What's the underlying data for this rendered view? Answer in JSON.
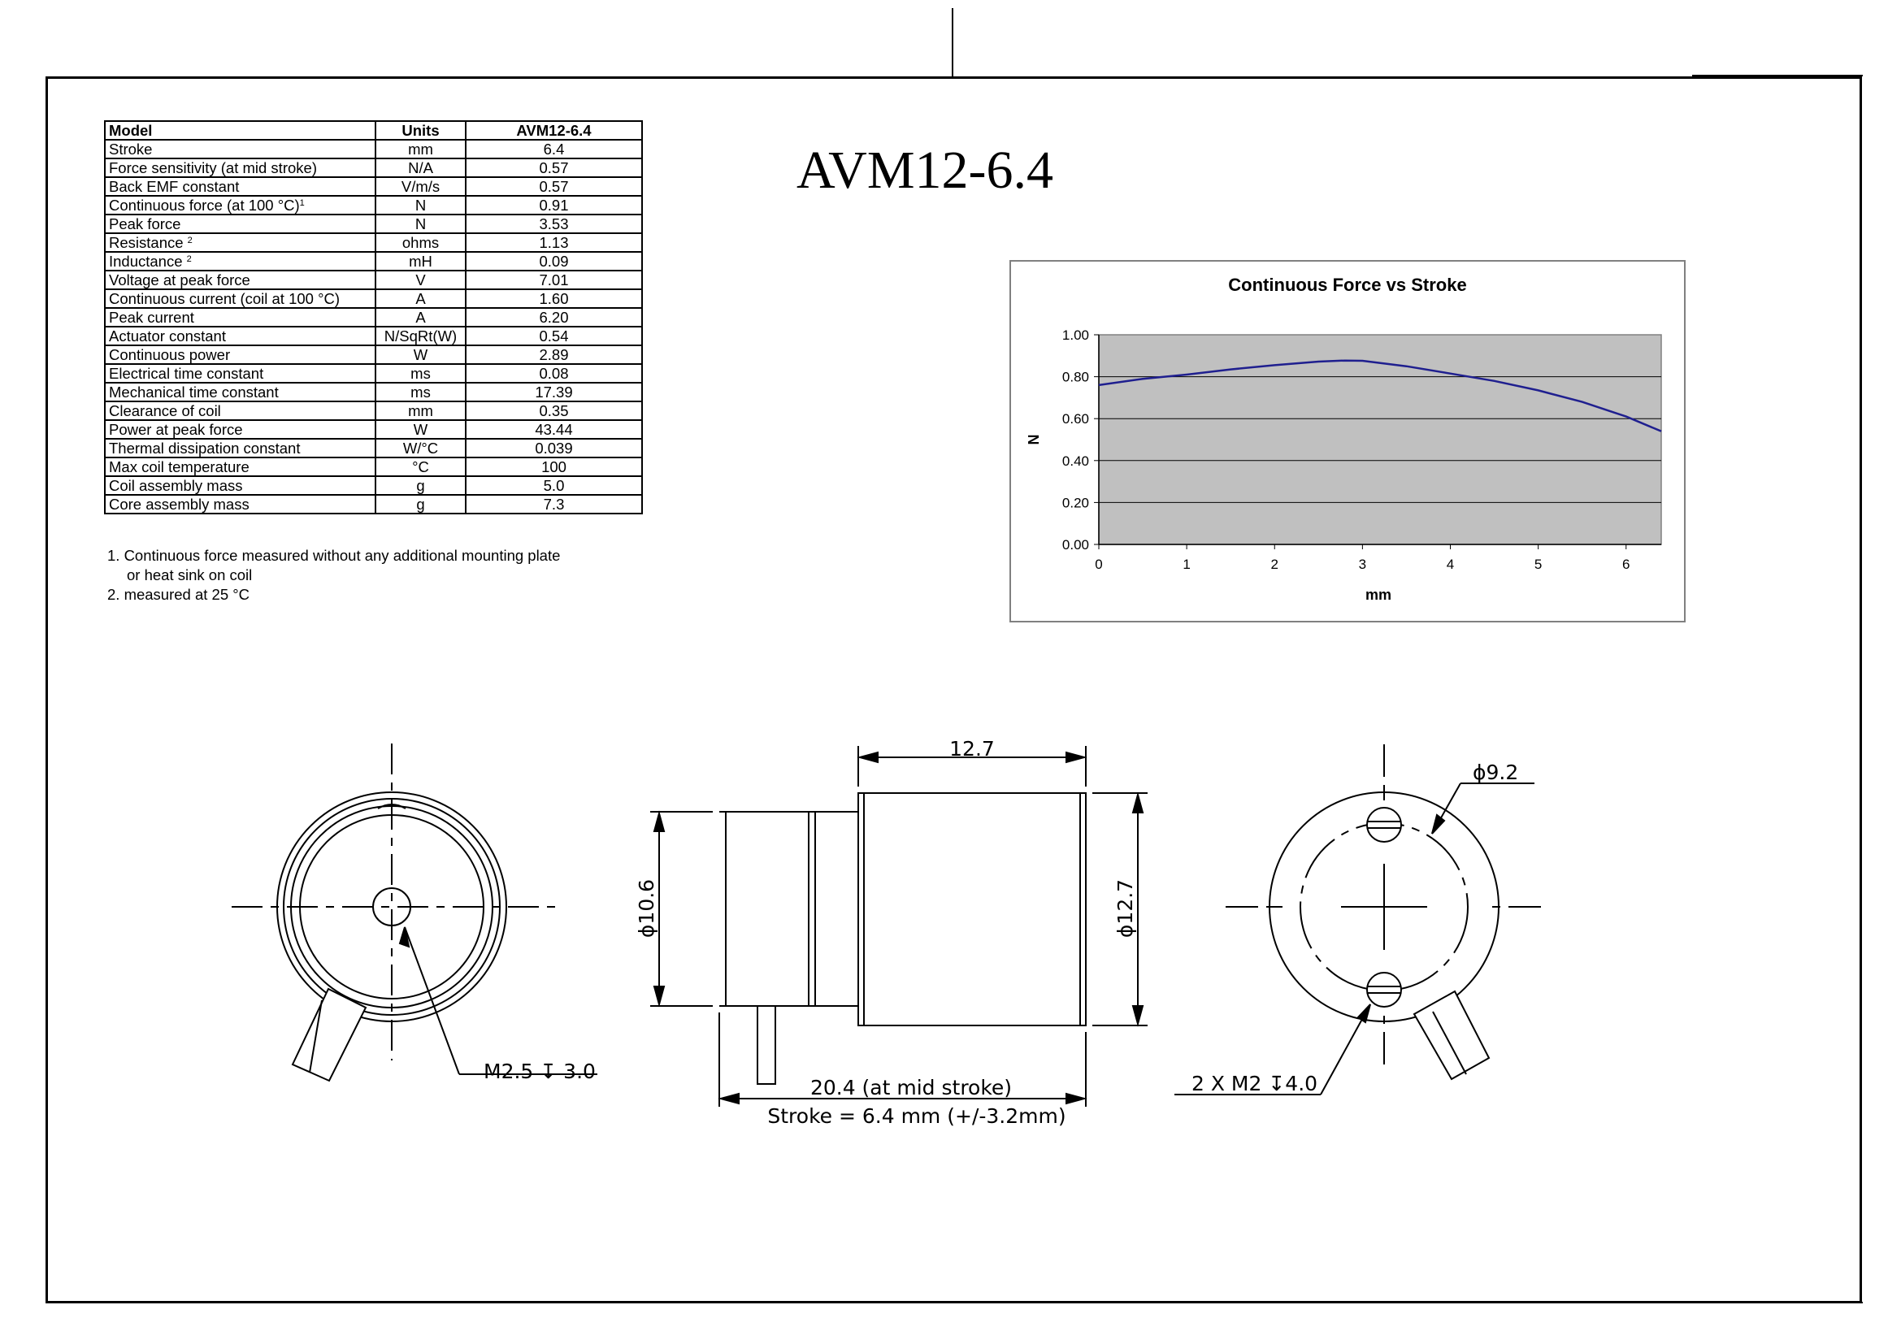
{
  "title": "AVM12-6.4",
  "spec_table": {
    "headers": [
      "Model",
      "Units",
      "AVM12-6.4"
    ],
    "rows": [
      {
        "label": "Stroke",
        "sup": "",
        "unit": "mm",
        "value": "6.4"
      },
      {
        "label": "Force sensitivity (at mid stroke)",
        "sup": "",
        "unit": "N/A",
        "value": "0.57"
      },
      {
        "label": "Back EMF constant",
        "sup": "",
        "unit": "V/m/s",
        "value": "0.57"
      },
      {
        "label": "Continuous force (at 100 °C)",
        "sup": "1",
        "unit": "N",
        "value": "0.91"
      },
      {
        "label": "Peak force",
        "sup": "",
        "unit": "N",
        "value": "3.53"
      },
      {
        "label": "Resistance ",
        "sup": "2",
        "unit": "ohms",
        "value": "1.13"
      },
      {
        "label": "Inductance ",
        "sup": "2",
        "unit": "mH",
        "value": "0.09"
      },
      {
        "label": "Voltage at peak force",
        "sup": "",
        "unit": "V",
        "value": "7.01"
      },
      {
        "label": "Continuous current (coil at 100 °C)",
        "sup": "",
        "unit": "A",
        "value": "1.60"
      },
      {
        "label": "Peak current",
        "sup": "",
        "unit": "A",
        "value": "6.20"
      },
      {
        "label": "Actuator constant",
        "sup": "",
        "unit": "N/SqRt(W)",
        "value": "0.54"
      },
      {
        "label": "Continuous power",
        "sup": "",
        "unit": "W",
        "value": "2.89"
      },
      {
        "label": "Electrical time constant",
        "sup": "",
        "unit": "ms",
        "value": "0.08"
      },
      {
        "label": "Mechanical time constant",
        "sup": "",
        "unit": "ms",
        "value": "17.39"
      },
      {
        "label": "Clearance of coil",
        "sup": "",
        "unit": "mm",
        "value": "0.35"
      },
      {
        "label": "Power at peak force",
        "sup": "",
        "unit": "W",
        "value": "43.44"
      },
      {
        "label": "Thermal dissipation constant",
        "sup": "",
        "unit": "W/°C",
        "value": "0.039"
      },
      {
        "label": "Max coil temperature",
        "sup": "",
        "unit": "°C",
        "value": "100"
      },
      {
        "label": "Coil assembly mass",
        "sup": "",
        "unit": "g",
        "value": "5.0"
      },
      {
        "label": "Core assembly mass",
        "sup": "",
        "unit": "g",
        "value": "7.3"
      }
    ]
  },
  "notes": [
    "1. Continuous force measured without any additional mounting plate",
    "or heat sink on coil",
    "2. measured at 25 °C"
  ],
  "chart_data": {
    "type": "area",
    "title": "Continuous Force vs Stroke",
    "xlabel": "mm",
    "ylabel": "N",
    "xlim": [
      0,
      6.4
    ],
    "ylim": [
      0,
      1.0
    ],
    "x_ticks": [
      "0",
      "1",
      "2",
      "3",
      "4",
      "5",
      "6"
    ],
    "y_ticks": [
      "0.00",
      "0.20",
      "0.40",
      "0.60",
      "0.80",
      "1.00"
    ],
    "grid": true,
    "plot_bg": "#c0c0c0",
    "line_color": "#1f1f8f",
    "series": [
      {
        "x": [
          0,
          0.5,
          1,
          1.5,
          2,
          2.5,
          2.8,
          3.0,
          3.5,
          4,
          4.5,
          5,
          5.5,
          6,
          6.4
        ],
        "values": [
          0.76,
          0.79,
          0.81,
          0.835,
          0.855,
          0.872,
          0.877,
          0.876,
          0.85,
          0.815,
          0.78,
          0.735,
          0.68,
          0.61,
          0.54
        ]
      }
    ]
  },
  "dimensions": {
    "left_view_thread": "M2.5 ↧ 3.0",
    "side_width": "12.7",
    "side_dia_small": "ϕ10.6",
    "side_dia_large": "ϕ12.7",
    "side_length": "20.4 (at mid stroke)",
    "side_stroke": "Stroke = 6.4 mm (+/-3.2mm)",
    "right_view_dia": "ϕ9.2",
    "right_view_holes": "2 X M2 ↧4.0"
  }
}
